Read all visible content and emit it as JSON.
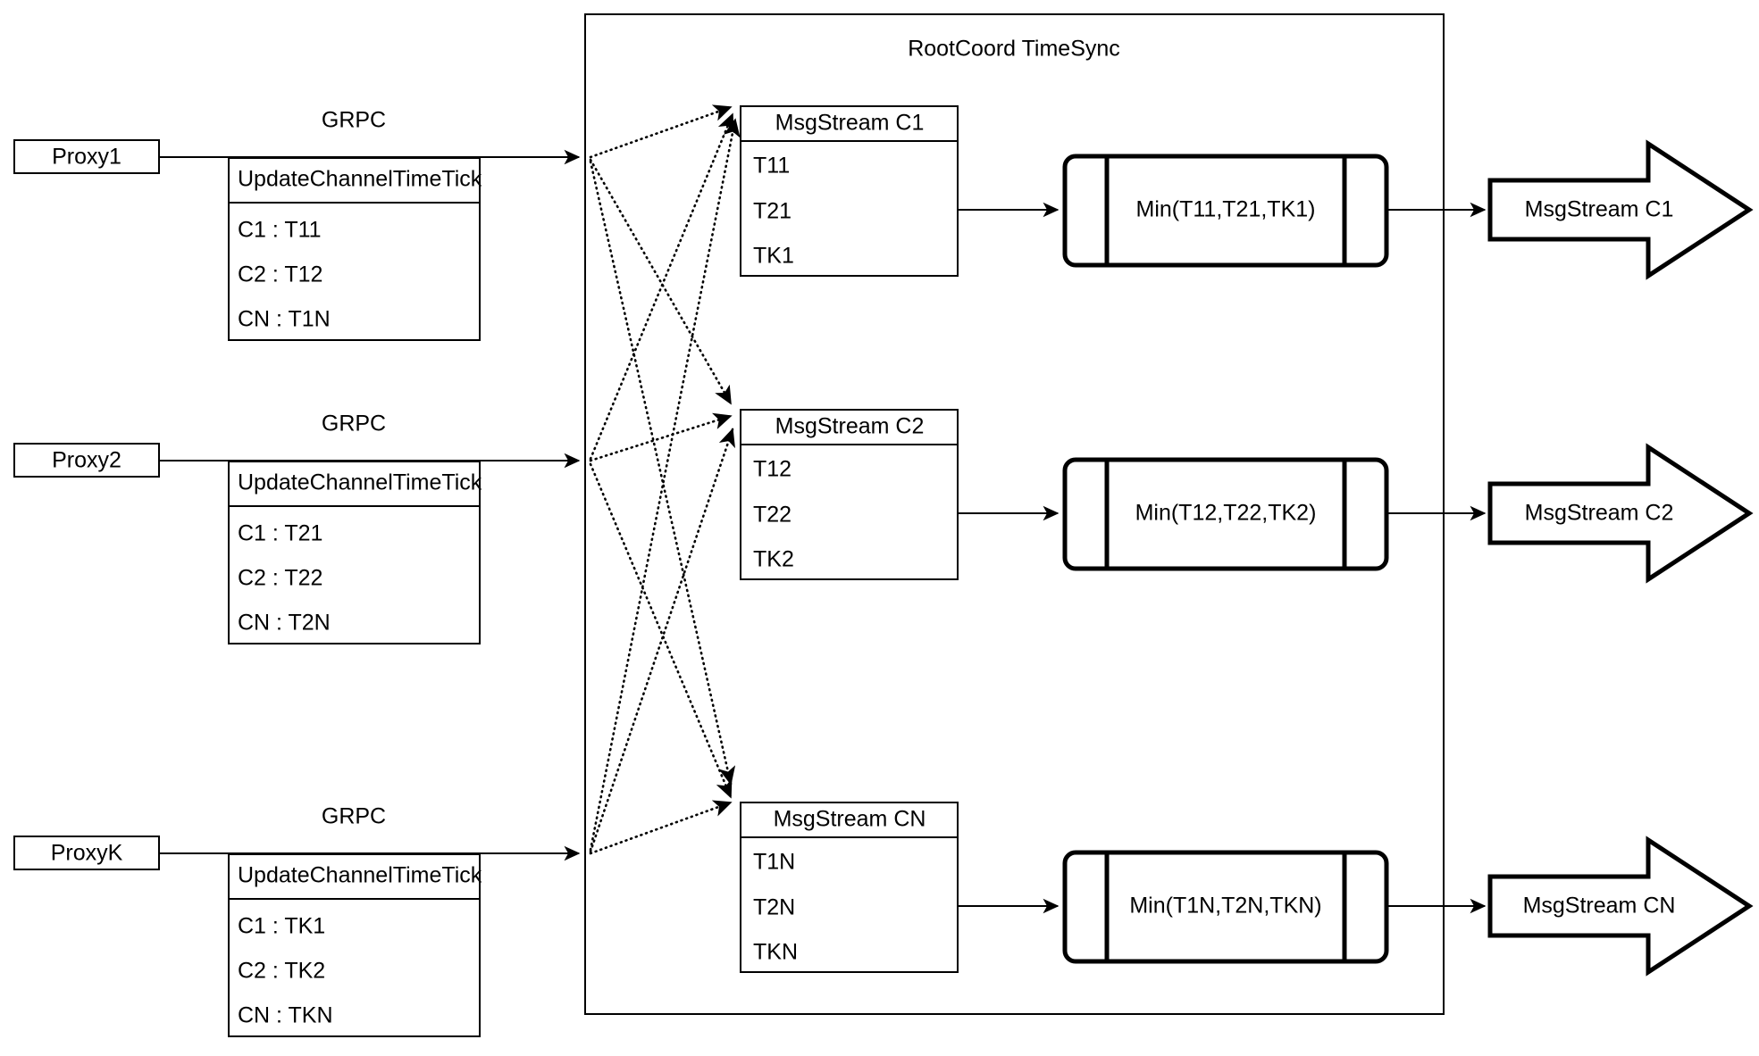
{
  "diagram": {
    "title": "RootCoord TimeSync",
    "container_label": "RootCoord TimeSync",
    "colors": {
      "stroke": "#000000",
      "fill": "#ffffff"
    },
    "proxies": [
      {
        "name": "Proxy1",
        "link_label": "GRPC",
        "rpc_title": "UpdateChannelTimeTick",
        "entries": [
          "C1 :  T11",
          "C2 :  T12",
          "CN : T1N"
        ]
      },
      {
        "name": "Proxy2",
        "link_label": "GRPC",
        "rpc_title": "UpdateChannelTimeTick",
        "entries": [
          "C1 :  T21",
          "C2 :  T22",
          "CN : T2N"
        ]
      },
      {
        "name": "ProxyK",
        "link_label": "GRPC",
        "rpc_title": "UpdateChannelTimeTick",
        "entries": [
          "C1 :  TK1",
          "C2 :  TK2",
          "CN : TKN"
        ]
      }
    ],
    "channels": [
      {
        "stream_title": "MsgStream C1",
        "ticks": [
          "T11",
          "T21",
          "TK1"
        ],
        "min_label": "Min(T11,T21,TK1)",
        "output_label": "MsgStream C1"
      },
      {
        "stream_title": "MsgStream C2",
        "ticks": [
          "T12",
          "T22",
          "TK2"
        ],
        "min_label": "Min(T12,T22,TK2)",
        "output_label": "MsgStream C2"
      },
      {
        "stream_title": "MsgStream CN",
        "ticks": [
          "T1N",
          "T2N",
          "TKN"
        ],
        "min_label": "Min(T1N,T2N,TKN)",
        "output_label": "MsgStream CN"
      }
    ]
  }
}
